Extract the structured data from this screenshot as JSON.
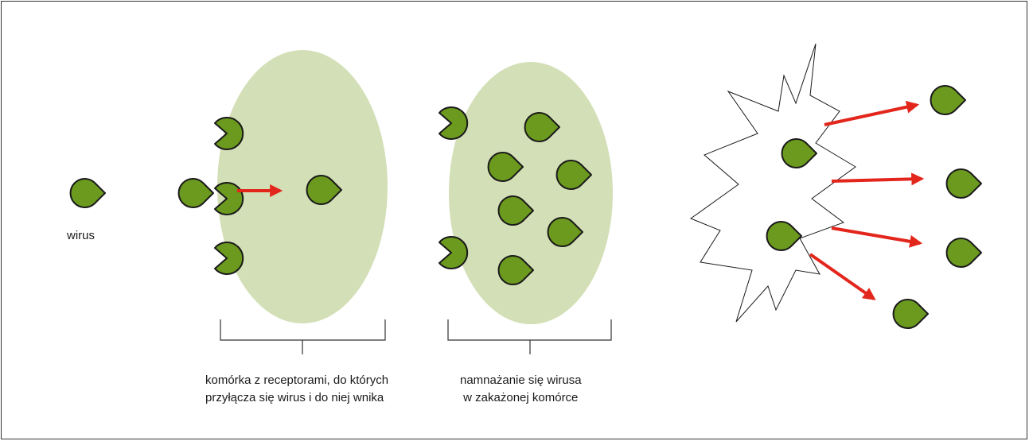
{
  "labels": {
    "virus": "wirus",
    "entry_caption": {
      "line1": "komórka z receptorami, do których",
      "line2": "przyłącza się wirus i do niej wnika"
    },
    "replication_caption": {
      "line1": "namnażanie się wirusa",
      "line2": "w zakażonej komórce"
    }
  },
  "colors": {
    "virus_fill": "#6b9a1e",
    "virus_stroke": "#1a1a1a",
    "cell_fill": "#d3dfb6",
    "arrow": "#e3261c",
    "frame": "#333333",
    "bracket": "#333333"
  },
  "icons": {
    "virus": "teardrop-virus-icon",
    "receptor": "pacman-receptor-icon",
    "burst": "ruptured-cell-icon"
  }
}
